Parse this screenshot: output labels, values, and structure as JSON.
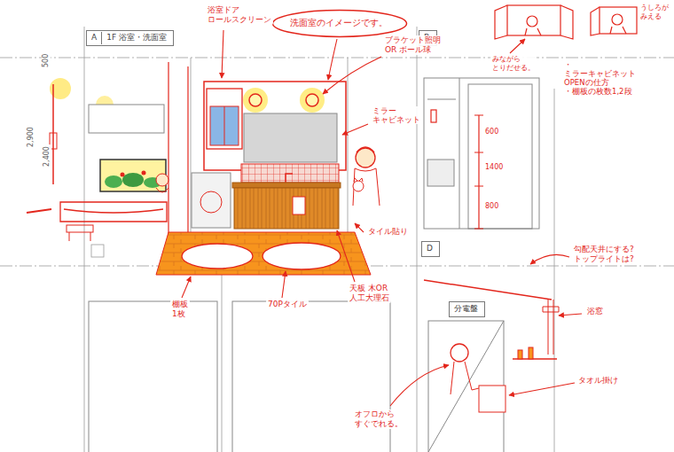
{
  "diagram": {
    "nodes": [
      {
        "text": [
          "A",
          "1F 浴室・洗面室"
        ]
      },
      {
        "text": [
          "B"
        ]
      },
      {
        "text": [
          "D"
        ]
      },
      {
        "text": [
          "洗面室のイメージです。"
        ]
      },
      {
        "text": [
          "分電盤"
        ]
      }
    ],
    "labels": [
      "浴室ドア ロールスクリーン",
      "ブラケット照明 OR ボール球",
      "みながら とりだせる。",
      "うしろが みえる",
      "・ミラーキャビネット OPENの仕方",
      "・棚板の枚数1,2段",
      "500",
      "2,900",
      "2,400",
      "ミラー キャビネット",
      "600",
      "1400",
      "800",
      "タイル貼り",
      "勾配天井にする? トップライトは?",
      "棚板 1枚",
      "70Pタイル",
      "天板 木OR 人工大理石",
      "浴窓",
      "タオル掛け",
      "オフロから すぐでれる。"
    ]
  }
}
